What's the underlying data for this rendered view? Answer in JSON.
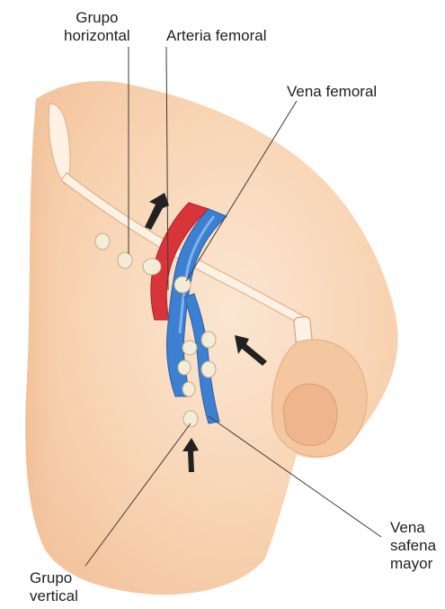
{
  "labels": {
    "horizontal_group": [
      "Grupo",
      "horizontal"
    ],
    "femoral_artery": "Arteria femoral",
    "femoral_vein": "Vena femoral",
    "great_saphenous": [
      "Vena",
      "safena",
      "mayor"
    ],
    "vertical_group": [
      "Grupo",
      "vertical"
    ]
  },
  "colors": {
    "skin_light": "#fbe3cc",
    "skin_mid": "#f6caa4",
    "skin_shadow": "#eeb58c",
    "artery": "#d8353a",
    "vein": "#3d7fd0",
    "vein_light": "#7fb3ea",
    "node": "#f4ecd6",
    "leader_line": "#3a3a3a",
    "arrow": "#222222"
  },
  "icons": [
    "arrow-icon"
  ]
}
